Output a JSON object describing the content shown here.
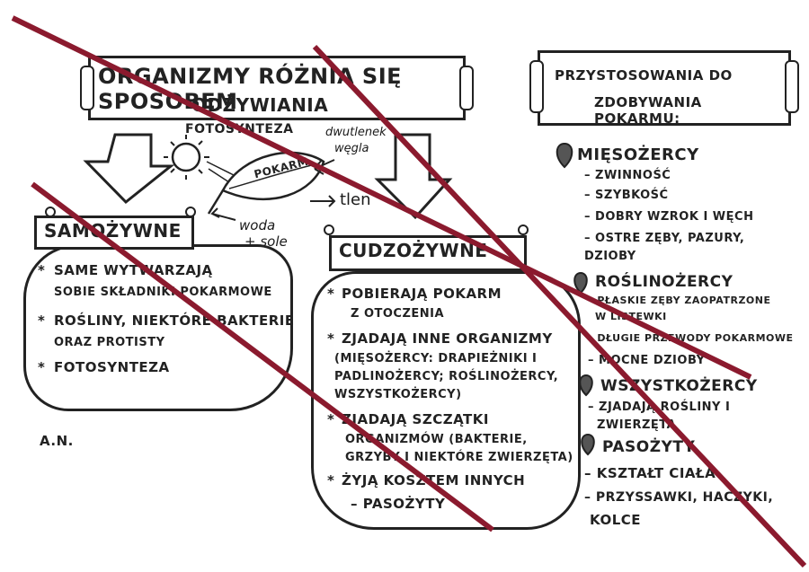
{
  "main_title": {
    "line1": "Organizmy różnią się sposobem",
    "line2": "odżywiania"
  },
  "diagram": {
    "photosynthesis_label": "Fotosynteza",
    "leaf_label": "Pokarm",
    "co2_label_line1": "dwutlenek",
    "co2_label_line2": "węgla",
    "oxygen_label": "tlen",
    "water_label_line1": "woda",
    "water_label_line2": "+ sole"
  },
  "autotrophs": {
    "title": "Samożywne",
    "items": [
      {
        "bullet": "*",
        "line1": "Same wytwarzają",
        "line2": "sobie składniki pokarmowe"
      },
      {
        "bullet": "*",
        "line1": "Rośliny, niektóre bakterie",
        "line2": "oraz protisty"
      },
      {
        "bullet": "*",
        "line1": "Fotosynteza"
      }
    ]
  },
  "heterotrophs": {
    "title": "Cudzożywne",
    "items": [
      {
        "bullet": "*",
        "line1": "Pobierają pokarm",
        "line2": "z otoczenia"
      },
      {
        "bullet": "*",
        "line1": "Zjadają inne organizmy",
        "line2": "(mięsożercy: drapieżniki i",
        "line3": "padlinożercy; roślinożercy,",
        "line4": "wszystkożercy)"
      },
      {
        "bullet": "*",
        "line1": "Zjadają szczątki",
        "line2": "organizmów (bakterie,",
        "line3": "grzyby i niektóre zwierzęta)"
      },
      {
        "bullet": "*",
        "line1": "Żyją kosztem innych",
        "line2": "– pasożyty"
      }
    ]
  },
  "adaptations": {
    "title_line1": "Przystosowania do",
    "title_line2": "zdobywania pokarmu:",
    "groups": [
      {
        "name": "Mięsożercy",
        "items": [
          "– zwinność",
          "– szybkość",
          "– dobry wzrok i węch",
          "– ostre zęby, pazury,",
          "dzioby"
        ]
      },
      {
        "name": "Roślinożercy",
        "items": [
          "– płaskie zęby zaopatrzone",
          "w listewki",
          "– długie przewody pokarmowe",
          "– mocne dzioby"
        ]
      },
      {
        "name": "Wszystkożercy",
        "items": [
          "– zjadają rośliny i",
          "zwierzęta"
        ]
      },
      {
        "name": "Pasożyty",
        "items": [
          "– kształt ciała",
          "– przyssawki, haczyki,",
          "kolce"
        ]
      }
    ]
  },
  "author": "A.N.",
  "colors": {
    "strike": "#8b1a2e",
    "ink": "#222222"
  }
}
